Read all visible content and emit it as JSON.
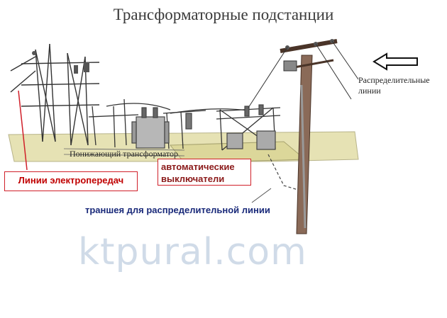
{
  "title": "Трансформаторные подстанции",
  "labels": {
    "distribution_lines": "Распределительные линии",
    "step_down_transformer": "Понижающий трансформатор",
    "circuit_breakers": "автоматические выключатели",
    "power_lines": "Линии электропередач",
    "trench": "траншея для распределительной линии"
  },
  "watermark": "ktpural.com",
  "colors": {
    "ground": "#e6e2b4",
    "pole": "#8a6a58",
    "label_red": "#c00000",
    "label_dark_red": "#8b1a1a",
    "label_blue": "#1a2a7a",
    "watermark": "#96afcd"
  }
}
